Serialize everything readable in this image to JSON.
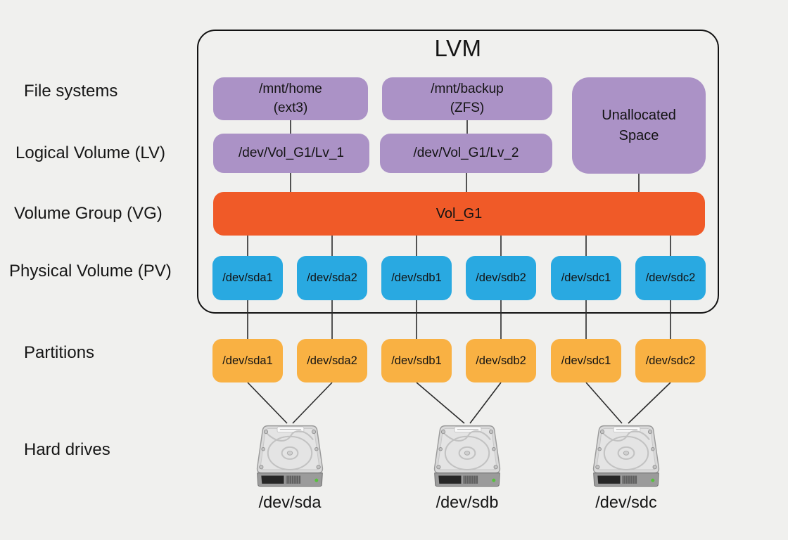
{
  "diagram": {
    "title": "LVM",
    "row_labels": [
      "File systems",
      "Logical Volume (LV)",
      "Volume Group (VG)",
      "Physical Volume (PV)",
      "Partitions",
      "Hard drives"
    ],
    "file_systems": [
      {
        "mount": "/mnt/home",
        "fs": "(ext3)"
      },
      {
        "mount": "/mnt/backup",
        "fs": "(ZFS)"
      }
    ],
    "unallocated": "Unallocated Space",
    "logical_volumes": [
      "/dev/Vol_G1/Lv_1",
      "/dev/Vol_G1/Lv_2"
    ],
    "volume_group": "Vol_G1",
    "physical_volumes": [
      "/dev/sda1",
      "/dev/sda2",
      "/dev/sdb1",
      "/dev/sdb2",
      "/dev/sdc1",
      "/dev/sdc2"
    ],
    "partitions": [
      "/dev/sda1",
      "/dev/sda2",
      "/dev/sdb1",
      "/dev/sdb2",
      "/dev/sdc1",
      "/dev/sdc2"
    ],
    "hard_drives": [
      "/dev/sda",
      "/dev/sdb",
      "/dev/sdc"
    ],
    "colors": {
      "background": "#f0f0ee",
      "filesystem_lv_purple": "#ab92c6",
      "volume_group_orange": "#f05a28",
      "physical_volume_blue": "#29a9e1",
      "partition_orange": "#f9b143",
      "container_outline": "#121212"
    }
  }
}
